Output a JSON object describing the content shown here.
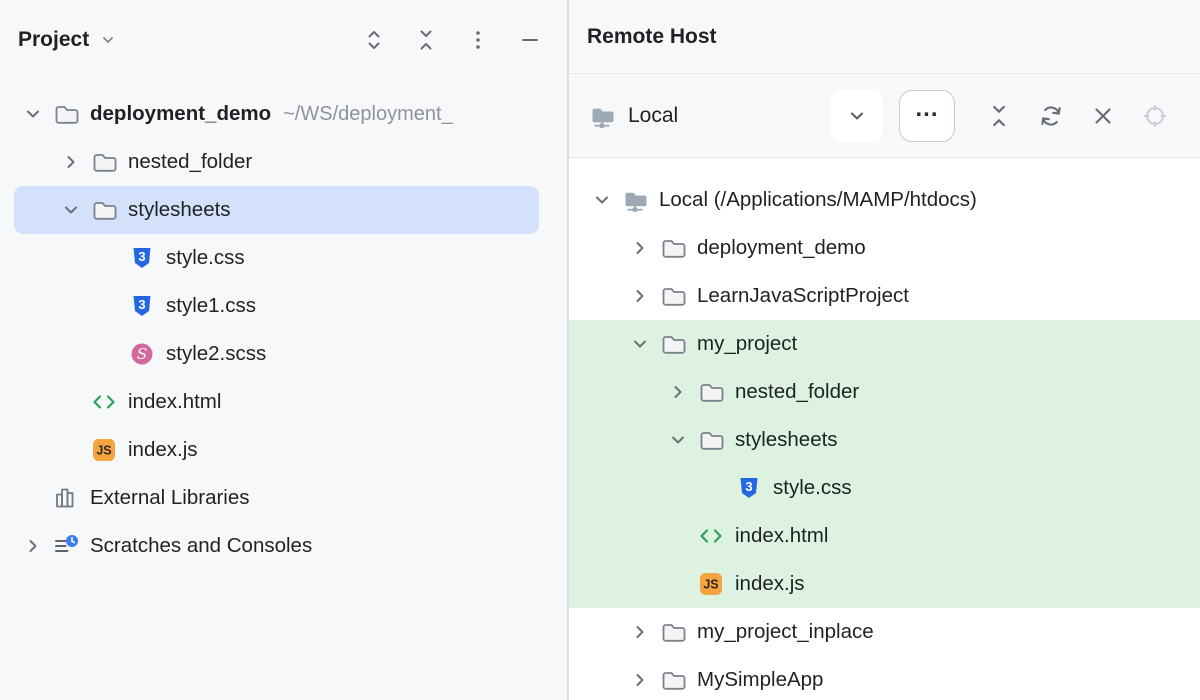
{
  "left_panel": {
    "title": "Project",
    "header_icons": [
      "chevron-down-icon",
      "expand-all-icon",
      "collapse-all-icon",
      "more-vertical-icon",
      "hide-icon"
    ],
    "tree": [
      {
        "label": "deployment_demo",
        "suffix": "~/WS/deployment_",
        "level": 0,
        "chevron": "down",
        "icon": "folder",
        "bold": true
      },
      {
        "label": "nested_folder",
        "level": 1,
        "chevron": "right",
        "icon": "folder"
      },
      {
        "label": "stylesheets",
        "level": 1,
        "chevron": "down",
        "icon": "folder",
        "selected": true
      },
      {
        "label": "style.css",
        "level": 2,
        "icon": "css"
      },
      {
        "label": "style1.css",
        "level": 2,
        "icon": "css"
      },
      {
        "label": "style2.scss",
        "level": 2,
        "icon": "scss"
      },
      {
        "label": "index.html",
        "level": 1,
        "icon": "html"
      },
      {
        "label": "index.js",
        "level": 1,
        "icon": "js"
      },
      {
        "label": "External Libraries",
        "level": 0,
        "icon": "external-libraries"
      },
      {
        "label": "Scratches and Consoles",
        "level": 0,
        "chevron": "right",
        "icon": "scratches"
      }
    ]
  },
  "right_panel": {
    "title": "Remote Host",
    "toolbar": {
      "connection_label": "Local",
      "connection_icon": "remote-host-icon",
      "more_button_label": "...",
      "icons": [
        "chevron-down-icon",
        "collapse-all-icon",
        "refresh-icon",
        "close-icon",
        "locate-icon-disabled"
      ]
    },
    "tree": [
      {
        "label": "Local (/Applications/MAMP/htdocs)",
        "level": 0,
        "chevron": "down",
        "icon": "remote-host"
      },
      {
        "label": "deployment_demo",
        "level": 1,
        "chevron": "right",
        "icon": "folder"
      },
      {
        "label": "LearnJavaScriptProject",
        "level": 1,
        "chevron": "right",
        "icon": "folder"
      },
      {
        "label": "my_project",
        "level": 1,
        "chevron": "down",
        "icon": "folder",
        "highlighted": true
      },
      {
        "label": "nested_folder",
        "level": 2,
        "chevron": "right",
        "icon": "folder",
        "highlighted": true
      },
      {
        "label": "stylesheets",
        "level": 2,
        "chevron": "down",
        "icon": "folder",
        "highlighted": true
      },
      {
        "label": "style.css",
        "level": 3,
        "icon": "css",
        "highlighted": true
      },
      {
        "label": "index.html",
        "level": 2,
        "icon": "html",
        "highlighted": true
      },
      {
        "label": "index.js",
        "level": 2,
        "icon": "js",
        "highlighted": true
      },
      {
        "label": "my_project_inplace",
        "level": 1,
        "chevron": "right",
        "icon": "folder"
      },
      {
        "label": "MySimpleApp",
        "level": 1,
        "chevron": "right",
        "icon": "folder"
      }
    ]
  },
  "colors": {
    "selection_blue": "#d3e2fa",
    "highlight_green": "#ddf2e1",
    "panel_bg": "#f7f8fa",
    "tree_bg": "#ffffff",
    "css_icon_blue": "#2368e0",
    "scss_icon_pink": "#d2699e",
    "html_icon_green": "#2f9e5a",
    "js_icon_orange": "#f7a440",
    "remote_icon_gray": "#9daab5"
  }
}
